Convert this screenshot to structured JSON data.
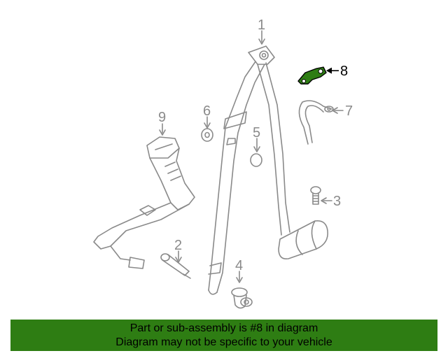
{
  "callouts": {
    "p1": "1",
    "p2": "2",
    "p3": "3",
    "p4": "4",
    "p5": "5",
    "p6": "6",
    "p7": "7",
    "p8": "8",
    "p9": "9"
  },
  "highlight_part": "8",
  "colors": {
    "line": "#8a8a8a",
    "highlight_fill": "#2e7d13",
    "banner_bg": "#2e7d13"
  },
  "banner": {
    "line1": "Part or sub-assembly is #8 in diagram",
    "line2": "Diagram may not be specific to your vehicle"
  }
}
